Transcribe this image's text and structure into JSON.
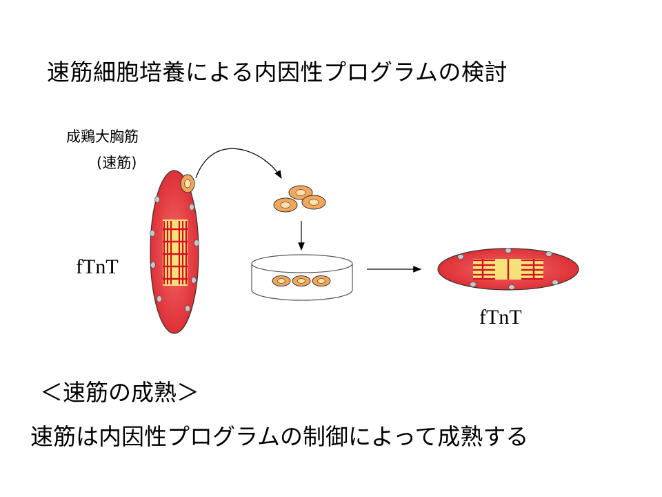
{
  "title": "速筋細胞培養による内因性プログラムの検討",
  "source_label_line1": "成鶏大胸筋",
  "source_label_line2": "(速筋)",
  "marker_left": "fTnT",
  "marker_right": "fTnT",
  "section_heading": "＜速筋の成熟＞",
  "conclusion": "速筋は内因性プログラムの制御によって成熟する",
  "colors": {
    "muscle_red": "#e8383d",
    "striation_red": "#d10f1f",
    "striation_yellow": "#f8e07a",
    "cell_orange": "#f2a85c",
    "nucleus_grey": "#c8c8c8"
  }
}
